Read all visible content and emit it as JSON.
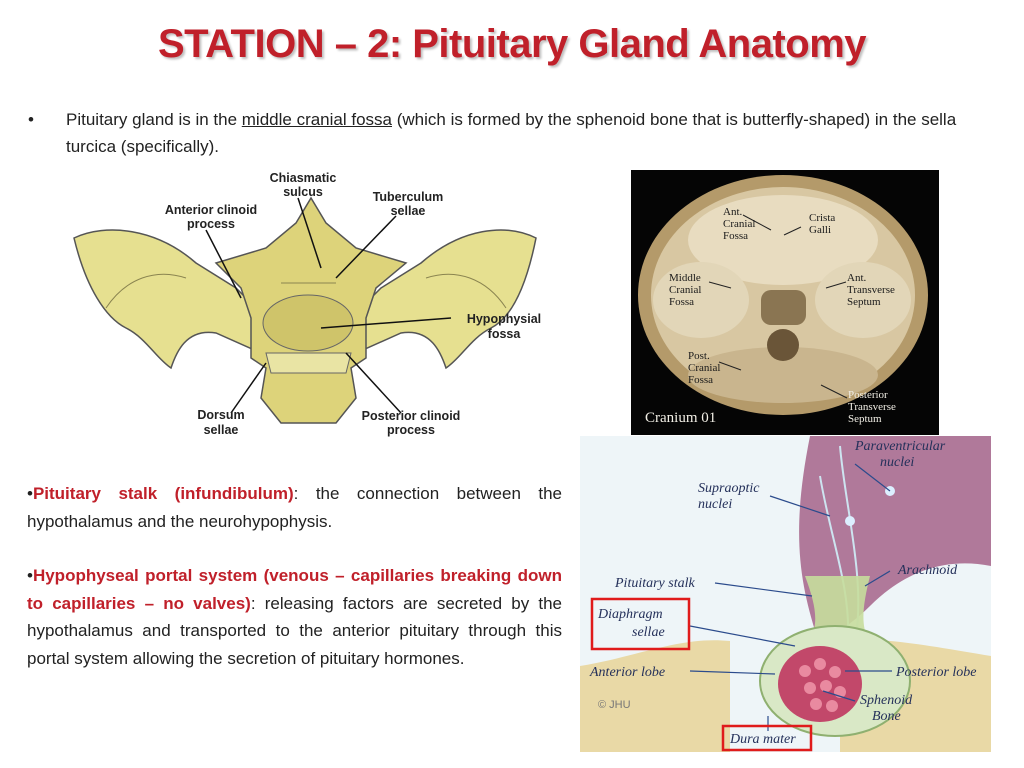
{
  "title": "STATION – 2: Pituitary Gland Anatomy",
  "intro": {
    "bullet": "•",
    "pre": "Pituitary gland is in the ",
    "link": "middle cranial fossa",
    "post": " (which is formed by the sphenoid bone that is butterfly-shaped) in the sella turcica (specifically)."
  },
  "stalk": {
    "bullet": "•",
    "term": "Pituitary stalk (infundibulum)",
    "rest": ": the connection between the hypothalamus and the neurohypophysis."
  },
  "portal": {
    "bullet": "•",
    "term": "Hypophyseal portal system (venous – capillaries breaking down to capillaries – no valves)",
    "rest": ": releasing factors are secreted by the hypothalamus and transported to the anterior pituitary through this portal system allowing the secretion of pituitary hormones."
  },
  "sphenoid_figure": {
    "labels": {
      "chiasmatic_1": "Chiasmatic",
      "chiasmatic_2": "sulcus",
      "tuberculum_1": "Tuberculum",
      "tuberculum_2": "sellae",
      "ant_clinoid_1": "Anterior clinoid",
      "ant_clinoid_2": "process",
      "hypophysial_1": "Hypophysial",
      "hypophysial_2": "fossa",
      "dorsum_1": "Dorsum",
      "dorsum_2": "sellae",
      "post_clinoid_1": "Posterior clinoid",
      "post_clinoid_2": "process"
    },
    "bone_color": "#e6e090"
  },
  "cranium_figure": {
    "labels": {
      "ant_cranial": [
        "Ant.",
        "Cranial",
        "Fossa"
      ],
      "crista": [
        "Crista",
        "Galli"
      ],
      "middle_cranial": [
        "Middle",
        "Cranial",
        "Fossa"
      ],
      "ant_transverse": [
        "Ant.",
        "Transverse",
        "Septum"
      ],
      "post_cranial": [
        "Post.",
        "Cranial",
        "Fossa"
      ],
      "post_transverse": [
        "Posterior",
        "Transverse",
        "Septum"
      ]
    },
    "caption": "Cranium 01"
  },
  "pituitary_figure": {
    "labels": {
      "paraventricular": [
        "Paraventricular",
        "nuclei"
      ],
      "supraoptic": [
        "Supraoptic",
        "nuclei"
      ],
      "stalk": "Pituitary stalk",
      "arachnoid": "Arachnoid",
      "diaphragm": [
        "Diaphragm",
        "sellae"
      ],
      "anterior": "Anterior lobe",
      "posterior": "Posterior lobe",
      "sphenoid": [
        "Sphenoid",
        "Bone"
      ],
      "dura": "Dura mater",
      "credit": "© JHU"
    },
    "highlight_color": "#e01b1b"
  }
}
